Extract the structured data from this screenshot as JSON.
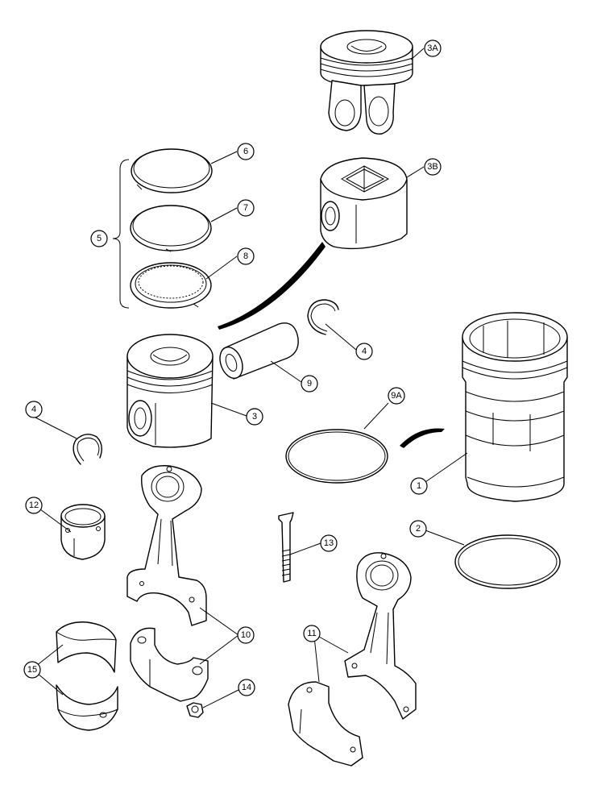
{
  "callouts": {
    "c3A": "3A",
    "c3B": "3B",
    "c6": "6",
    "c7": "7",
    "c5": "5",
    "c8": "8",
    "c4a": "4",
    "c9": "9",
    "c3": "3",
    "c4b": "4",
    "c9A": "9A",
    "c1": "1",
    "c12": "12",
    "c2": "2",
    "c13": "13",
    "c10": "10",
    "c11": "11",
    "c15": "15",
    "c14": "14"
  }
}
